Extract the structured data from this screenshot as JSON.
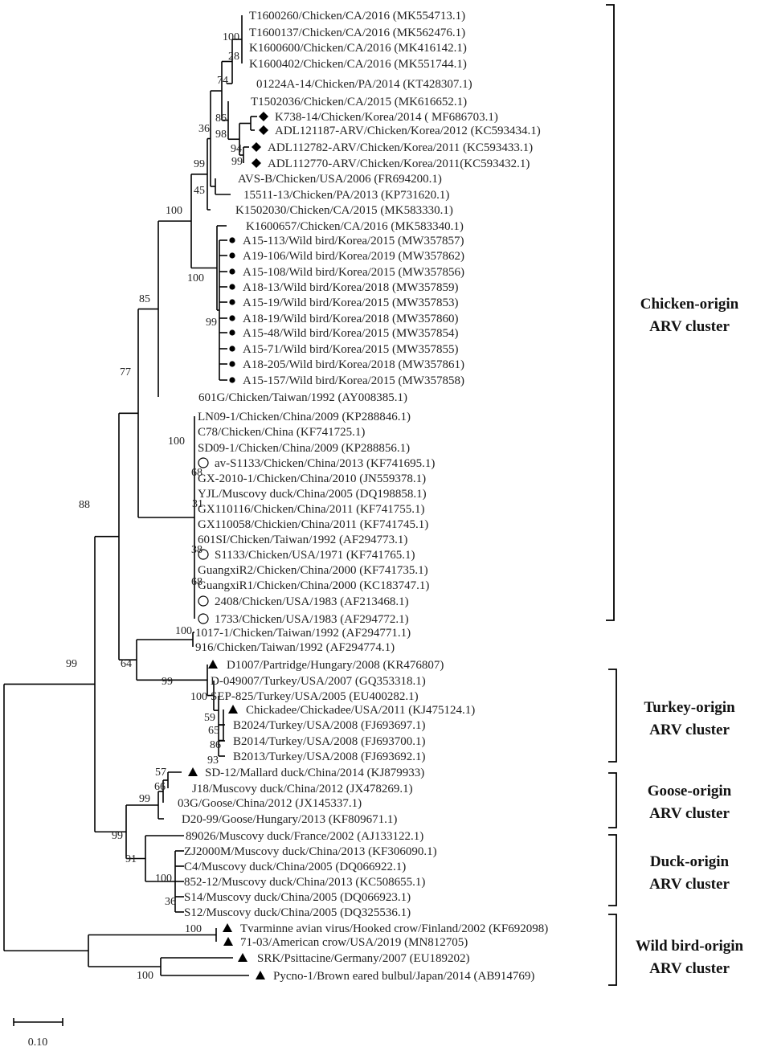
{
  "scale_bar": {
    "label": "0.10"
  },
  "leaves": [
    {
      "id": "t0",
      "label": "T1600260/Chicken/CA/2016 (MK554713.1)",
      "marker": ""
    },
    {
      "id": "t1",
      "label": "T1600137/Chicken/CA/2016 (MK562476.1)",
      "marker": ""
    },
    {
      "id": "t2",
      "label": "K1600600/Chicken/CA/2016 (MK416142.1)",
      "marker": ""
    },
    {
      "id": "t3",
      "label": "K1600402/Chicken/CA/2016 (MK551744.1)",
      "marker": ""
    },
    {
      "id": "t4",
      "label": "01224A-14/Chicken/PA/2014 (KT428307.1)",
      "marker": ""
    },
    {
      "id": "t5",
      "label": "T1502036/Chicken/CA/2015 (MK616652.1)",
      "marker": ""
    },
    {
      "id": "t6",
      "label": "K738-14/Chicken/Korea/2014 ( MF686703.1)",
      "marker": "diamond"
    },
    {
      "id": "t7",
      "label": "ADL121187-ARV/Chicken/Korea/2012 (KC593434.1)",
      "marker": "diamond"
    },
    {
      "id": "t8",
      "label": "ADL112782-ARV/Chicken/Korea/2011 (KC593433.1)",
      "marker": "diamond"
    },
    {
      "id": "t9",
      "label": "ADL112770-ARV/Chicken/Korea/2011(KC593432.1)",
      "marker": "diamond"
    },
    {
      "id": "t10",
      "label": "AVS-B/Chicken/USA/2006 (FR694200.1)",
      "marker": ""
    },
    {
      "id": "t11",
      "label": "15511-13/Chicken/PA/2013 (KP731620.1)",
      "marker": ""
    },
    {
      "id": "t12",
      "label": "K1502030/Chicken/CA/2015 (MK583330.1)",
      "marker": ""
    },
    {
      "id": "t13",
      "label": "K1600657/Chicken/CA/2016 (MK583340.1)",
      "marker": ""
    },
    {
      "id": "t14",
      "label": "A15-113/Wild bird/Korea/2015 (MW357857)",
      "marker": "dot"
    },
    {
      "id": "t15",
      "label": "A19-106/Wild bird/Korea/2019 (MW357862)",
      "marker": "dot"
    },
    {
      "id": "t16",
      "label": "A15-108/Wild bird/Korea/2015 (MW357856)",
      "marker": "dot"
    },
    {
      "id": "t17",
      "label": "A18-13/Wild bird/Korea/2018 (MW357859)",
      "marker": "dot"
    },
    {
      "id": "t18",
      "label": "A15-19/Wild bird/Korea/2015 (MW357853)",
      "marker": "dot"
    },
    {
      "id": "t19",
      "label": "A18-19/Wild bird/Korea/2018 (MW357860)",
      "marker": "dot"
    },
    {
      "id": "t20",
      "label": "A15-48/Wild bird/Korea/2015 (MW357854)",
      "marker": "dot"
    },
    {
      "id": "t21",
      "label": "A15-71/Wild bird/Korea/2015 (MW357855)",
      "marker": "dot"
    },
    {
      "id": "t22",
      "label": "A18-205/Wild bird/Korea/2018 (MW357861)",
      "marker": "dot"
    },
    {
      "id": "t23",
      "label": "A15-157/Wild bird/Korea/2015 (MW357858)",
      "marker": "dot"
    },
    {
      "id": "t24",
      "label": "601G/Chicken/Taiwan/1992 (AY008385.1)",
      "marker": ""
    },
    {
      "id": "t25",
      "label": "LN09-1/Chicken/China/2009 (KP288846.1)",
      "marker": ""
    },
    {
      "id": "t26",
      "label": "C78/Chicken/China (KF741725.1)",
      "marker": ""
    },
    {
      "id": "t27",
      "label": "SD09-1/Chicken/China/2009 (KP288856.1)",
      "marker": ""
    },
    {
      "id": "t28",
      "label": "av-S1133/Chicken/China/2013 (KF741695.1)",
      "marker": "circle"
    },
    {
      "id": "t29",
      "label": "GX-2010-1/Chicken/China/2010 (JN559378.1)",
      "marker": ""
    },
    {
      "id": "t30",
      "label": "YJL/Muscovy duck/China/2005 (DQ198858.1)",
      "marker": ""
    },
    {
      "id": "t31",
      "label": "GX110116/Chicken/China/2011 (KF741755.1)",
      "marker": ""
    },
    {
      "id": "t32",
      "label": "GX110058/Chickien/China/2011 (KF741745.1)",
      "marker": ""
    },
    {
      "id": "t33",
      "label": "601SI/Chicken/Taiwan/1992 (AF294773.1)",
      "marker": ""
    },
    {
      "id": "t34",
      "label": "S1133/Chicken/USA/1971 (KF741765.1)",
      "marker": "circle"
    },
    {
      "id": "t35",
      "label": "GuangxiR2/Chicken/China/2000 (KF741735.1)",
      "marker": ""
    },
    {
      "id": "t36",
      "label": "GuangxiR1/Chicken/China/2000 (KC183747.1)",
      "marker": ""
    },
    {
      "id": "t37",
      "label": "2408/Chicken/USA/1983 (AF213468.1)",
      "marker": "circle"
    },
    {
      "id": "t38",
      "label": "1733/Chicken/USA/1983 (AF294772.1)",
      "marker": "circle"
    },
    {
      "id": "t39",
      "label": "1017-1/Chicken/Taiwan/1992 (AF294771.1)",
      "marker": ""
    },
    {
      "id": "t40",
      "label": "916/Chicken/Taiwan/1992 (AF294774.1)",
      "marker": ""
    },
    {
      "id": "t41",
      "label": "D1007/Partridge/Hungary/2008 (KR476807)",
      "marker": "triangle"
    },
    {
      "id": "t42",
      "label": "D-049007/Turkey/USA/2007 (GQ353318.1)",
      "marker": ""
    },
    {
      "id": "t43",
      "label": "SEP-825/Turkey/USA/2005 (EU400282.1)",
      "marker": ""
    },
    {
      "id": "t44",
      "label": "Chickadee/Chickadee/USA/2011 (KJ475124.1)",
      "marker": "triangle"
    },
    {
      "id": "t45",
      "label": "B2024/Turkey/USA/2008 (FJ693697.1)",
      "marker": ""
    },
    {
      "id": "t46",
      "label": "B2014/Turkey/USA/2008 (FJ693700.1)",
      "marker": ""
    },
    {
      "id": "t47",
      "label": "B2013/Turkey/USA/2008 (FJ693692.1)",
      "marker": ""
    },
    {
      "id": "t48",
      "label": "SD-12/Mallard duck/China/2014 (KJ879933)",
      "marker": "triangle"
    },
    {
      "id": "t49",
      "label": "J18/Muscovy duck/China/2012 (JX478269.1)",
      "marker": ""
    },
    {
      "id": "t50",
      "label": "03G/Goose/China/2012 (JX145337.1)",
      "marker": ""
    },
    {
      "id": "t51",
      "label": "D20-99/Goose/Hungary/2013 (KF809671.1)",
      "marker": ""
    },
    {
      "id": "t52",
      "label": "89026/Muscovy duck/France/2002 (AJ133122.1)",
      "marker": ""
    },
    {
      "id": "t53",
      "label": "ZJ2000M/Muscovy duck/China/2013 (KF306090.1)",
      "marker": ""
    },
    {
      "id": "t54",
      "label": "C4/Muscovy duck/China/2005 (DQ066922.1)",
      "marker": ""
    },
    {
      "id": "t55",
      "label": "852-12/Muscovy duck/China/2013 (KC508655.1)",
      "marker": ""
    },
    {
      "id": "t56",
      "label": "S14/Muscovy duck/China/2005 (DQ066923.1)",
      "marker": ""
    },
    {
      "id": "t57",
      "label": "S12/Muscovy duck/China/2005 (DQ325536.1)",
      "marker": ""
    },
    {
      "id": "t58",
      "label": "Tvarminne avian virus/Hooked crow/Finland/2002 (KF692098)",
      "marker": "triangle"
    },
    {
      "id": "t59",
      "label": "71-03/American crow/USA/2019 (MN812705)",
      "marker": "triangle"
    },
    {
      "id": "t60",
      "label": "SRK/Psittacine/Germany/2007 (EU189202)",
      "marker": "triangle"
    },
    {
      "id": "t61",
      "label": "Pycno-1/Brown eared bulbul/Japan/2014 (AB914769)",
      "marker": "triangle"
    }
  ],
  "bootstrap": [
    "100",
    "28",
    "74",
    "86",
    "98",
    "94",
    "99",
    "36",
    "99",
    "45",
    "100",
    "100",
    "99",
    "85",
    "77",
    "100",
    "68",
    "31",
    "38",
    "68",
    "88",
    "100",
    "64",
    "99",
    "100",
    "59",
    "65",
    "86",
    "93",
    "57",
    "66",
    "99",
    "99",
    "91",
    "100",
    "36",
    "100",
    "100",
    "99"
  ],
  "clusters": [
    {
      "id": "chicken",
      "line1": "Chicken-origin",
      "line2": "ARV cluster"
    },
    {
      "id": "turkey",
      "line1": "Turkey-origin",
      "line2": "ARV cluster"
    },
    {
      "id": "goose",
      "line1": "Goose-origin",
      "line2": "ARV cluster"
    },
    {
      "id": "duck",
      "line1": "Duck-origin",
      "line2": "ARV cluster"
    },
    {
      "id": "wildbird",
      "line1": "Wild bird-origin",
      "line2": "ARV cluster"
    }
  ]
}
